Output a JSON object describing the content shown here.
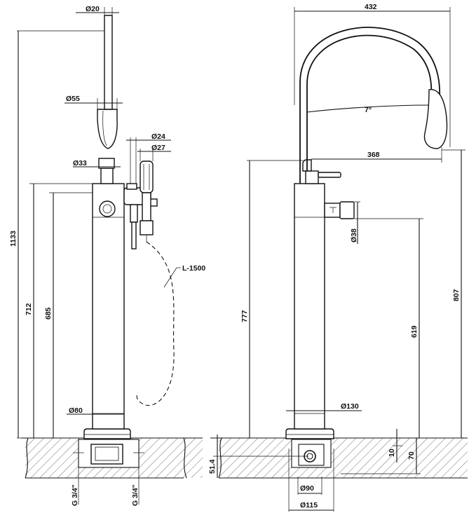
{
  "front_view": {
    "dims": {
      "d_spout": "Ø20",
      "d_head": "Ø55",
      "d_hose_connector": "Ø24",
      "d_handshower": "Ø27",
      "d_neck": "Ø33",
      "d_body": "Ø80",
      "h_total": "1133",
      "h_body": "712",
      "h_outlet": "685",
      "hose_length": "L-1500",
      "thread_left": "G 3/4\"",
      "thread_right": "G 3/4\""
    }
  },
  "side_view": {
    "dims": {
      "reach_total": "432",
      "angle": "7°",
      "reach_spout": "368",
      "d_lever": "Ø38",
      "h_spout_base": "777",
      "h_lever": "619",
      "h_total_right": "807",
      "d_base": "Ø130",
      "depth_10": "10",
      "depth_70": "70",
      "depth_51": "51.4",
      "d_90": "Ø90",
      "d_115": "Ø115"
    }
  },
  "colors": {
    "line": "#111111",
    "background": "#ffffff"
  }
}
